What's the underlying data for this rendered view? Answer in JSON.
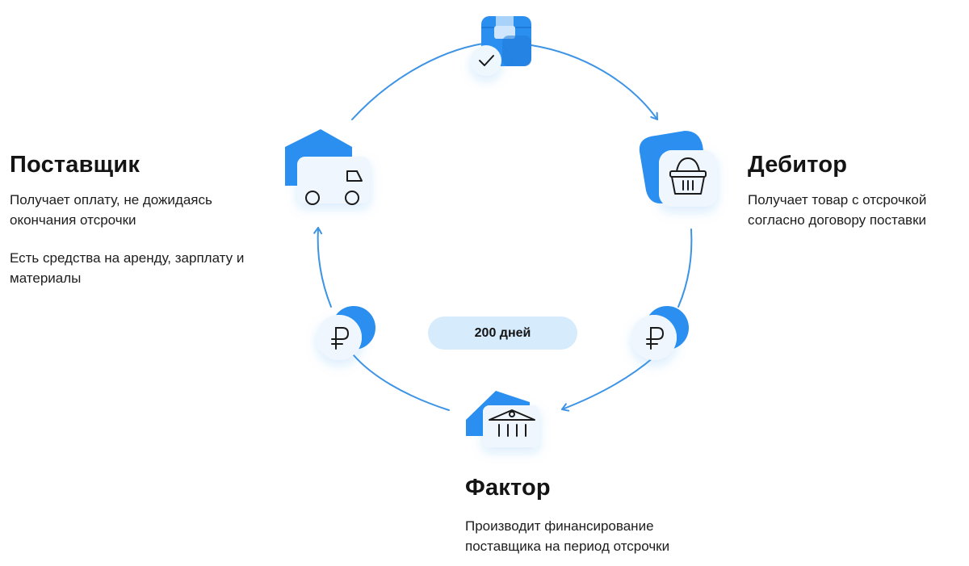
{
  "nodes": {
    "supplier": {
      "title": "Поставщик",
      "text1": "Получает оплату, не дожидаясь окончания отсрочки",
      "text2": "Есть средства на аренду, зарплату и материалы"
    },
    "debtor": {
      "title": "Дебитор",
      "text": "Получает товар с отсрочкой согласно договору поставки"
    },
    "factor": {
      "title": "Фактор",
      "text": "Производит финансирование поставщика на период отсрочки"
    }
  },
  "center_label": "200 дней",
  "icons": [
    "delivered-box-icon",
    "basket-icon",
    "ruble-icon",
    "bank-icon",
    "ruble-icon",
    "truck-icon"
  ],
  "colors": {
    "accent": "#2b8ff0",
    "arrow": "#3d94e6",
    "pill": "#d6ebfc",
    "glass": "#eef6fe"
  }
}
